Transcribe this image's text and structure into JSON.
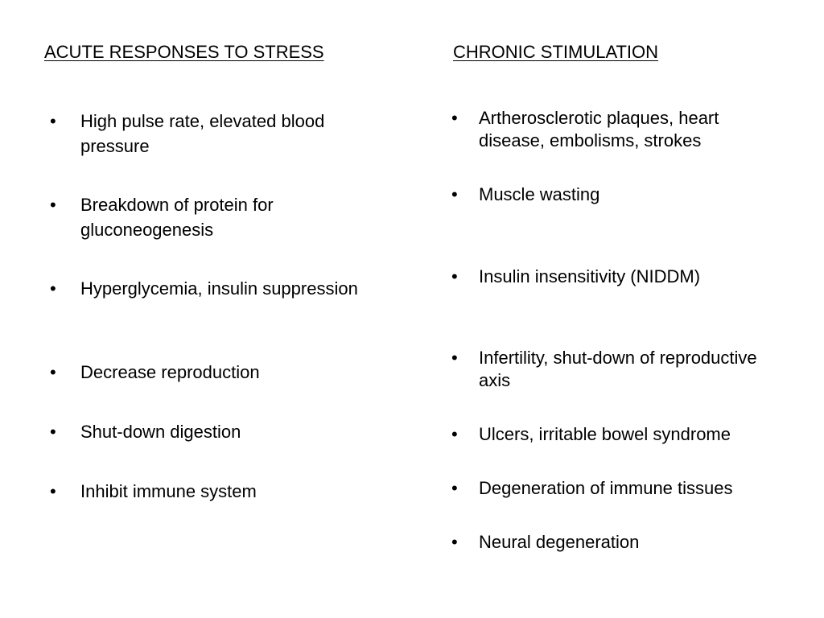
{
  "acute": {
    "title": "ACUTE RESPONSES TO STRESS",
    "items": [
      "High pulse rate, elevated blood pressure",
      "Breakdown of protein for gluconeogenesis",
      "Hyperglycemia, insulin suppression",
      "Decrease reproduction",
      "Shut-down digestion",
      "Inhibit immune system"
    ]
  },
  "chronic": {
    "title": "CHRONIC STIMULATION",
    "items": [
      "Artherosclerotic plaques, heart disease, embolisms, strokes",
      "Muscle wasting",
      "Insulin insensitivity (NIDDM)",
      "Infertility, shut-down of reproductive axis",
      "Ulcers, irritable bowel syndrome",
      "Degeneration of immune tissues",
      "Neural degeneration"
    ]
  },
  "bullet_glyph": "•"
}
